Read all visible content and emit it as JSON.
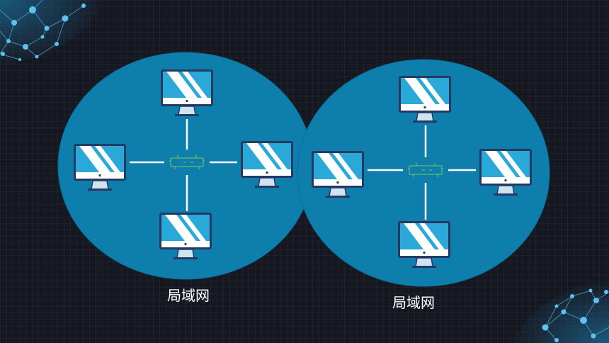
{
  "colors": {
    "background": "#161821",
    "network_circle": "#0e7fad",
    "network_circle_edge": "#0a6f98",
    "link_line": "#ffffff",
    "monitor_screen": "#2aa9d8",
    "monitor_frame": "#253a63",
    "monitor_stripe": "#ffffff",
    "monitor_stand": "#cfe3f3",
    "switch_outline": "#7cc94a",
    "corner_network": "#4fb3e6"
  },
  "icons": {
    "computer": "monitor-icon",
    "switch": "network-switch-icon",
    "corner_decoration": "network-nodes-decoration"
  },
  "networks": [
    {
      "label": "局域网",
      "nodes": [
        "top",
        "left",
        "right",
        "bottom"
      ]
    },
    {
      "label": "局域网",
      "nodes": [
        "top",
        "left",
        "right",
        "bottom"
      ]
    }
  ]
}
